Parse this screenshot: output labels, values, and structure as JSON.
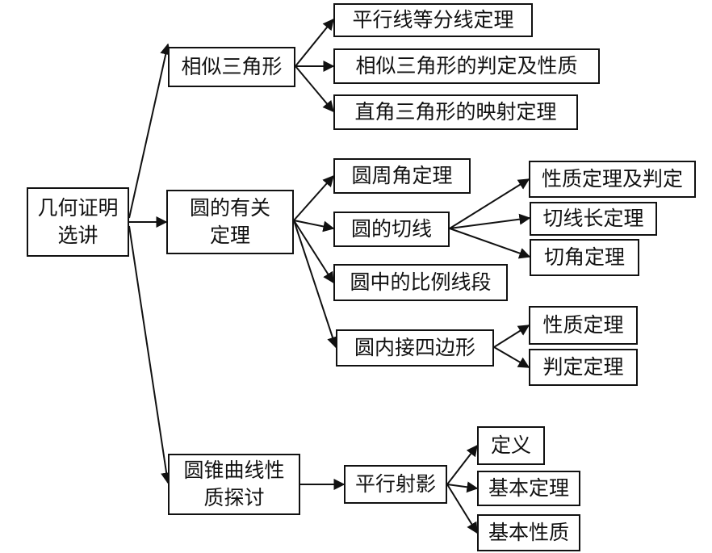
{
  "root": {
    "line1": "几何证明",
    "line2": "选讲"
  },
  "branches": {
    "similar": {
      "label": "相似三角形",
      "children": [
        "平行线等分线定理",
        "相似三角形的判定及性质",
        "直角三角形的映射定理"
      ]
    },
    "circle": {
      "line1": "圆的有关",
      "line2": "定理",
      "children": {
        "inscribed_angle": "圆周角定理",
        "tangent": {
          "label": "圆的切线",
          "children": [
            "性质定理及判定",
            "切线长定理",
            "切角定理"
          ]
        },
        "proportional": "圆中的比例线段",
        "cyclic_quad": {
          "label": "圆内接四边形",
          "children": [
            "性质定理",
            "判定定理"
          ]
        }
      }
    },
    "conic": {
      "line1": "圆锥曲线性",
      "line2": "质探讨",
      "children": {
        "projection": {
          "label": "平行射影",
          "children": [
            "定义",
            "基本定理",
            "基本性质"
          ]
        }
      }
    }
  }
}
